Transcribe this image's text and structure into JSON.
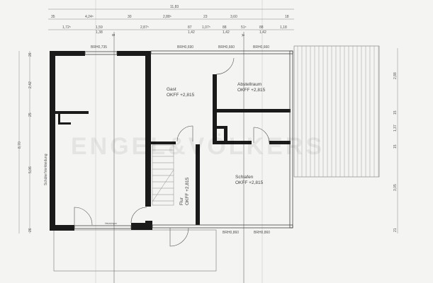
{
  "watermark": "ENGEL&VÖLKERS",
  "dimensions": {
    "top_total": "11,83",
    "top_row2": [
      "35",
      "4,24⁵",
      "30",
      "2,88⁵",
      "23",
      "3,60",
      "18"
    ],
    "top_row3": [
      "1,72⁵",
      "1,59",
      "1,38",
      "2,87⁵",
      "87",
      "1,42",
      "1,07⁵",
      "88",
      "1,42",
      "51⁵",
      "88",
      "1,42",
      "1,18"
    ],
    "left_total": "8,70",
    "left_parts": [
      "26",
      "2,42",
      "25",
      "5,06",
      "26"
    ],
    "right_parts": [
      "2,88",
      "15",
      "1,37",
      "15",
      "3,05",
      "21"
    ]
  },
  "section_markers": [
    "B",
    "A"
  ],
  "window_labels": {
    "top": [
      "BRH0,735",
      "BRH0,690",
      "BRH0,660",
      "BRH0,660"
    ],
    "bottom": [
      "BRH0,860",
      "BRH0,860"
    ]
  },
  "rooms": {
    "gast": {
      "name": "Gast",
      "level": "OKFF +2,815"
    },
    "abstellraum": {
      "name": "Abstellraum",
      "level": "OKFF +2,815"
    },
    "schlafen": {
      "name": "Schlafen",
      "level": "OKFF +2,815"
    },
    "flur": {
      "name": "Flur",
      "level": "OKFF +2,815"
    },
    "left_side_note": "Schüler/Verkleidung",
    "heater": "Heizkörper"
  },
  "colors": {
    "wall": "#1a1a1a",
    "paper": "#f4f4f2",
    "line": "#777777"
  }
}
